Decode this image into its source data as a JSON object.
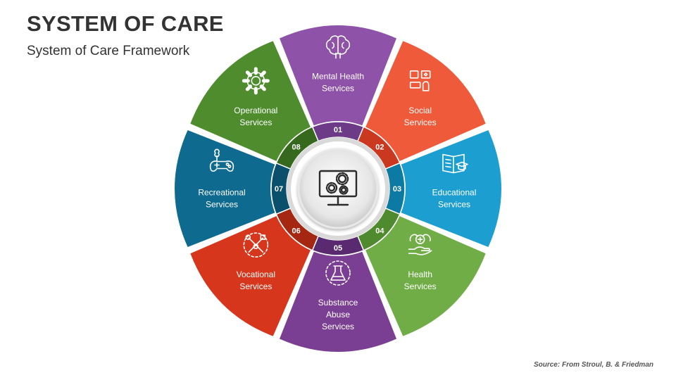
{
  "header": {
    "title": "SYSTEM OF CARE",
    "subtitle": "System of Care Framework"
  },
  "footer": {
    "source": "Source: From Stroul, B. & Friedman"
  },
  "center": {
    "icon": "monitor-gears-icon"
  },
  "segments": [
    {
      "number": "01",
      "lines": [
        "Mental Health",
        "Services"
      ],
      "icon": "brain-icon",
      "color": "#8e52a8",
      "dark_color": "#6c3a87"
    },
    {
      "number": "02",
      "lines": [
        "Social",
        "Services"
      ],
      "icon": "social-media-icon",
      "color": "#ef5a3a",
      "dark_color": "#c9381f"
    },
    {
      "number": "03",
      "lines": [
        "Educational",
        "Services"
      ],
      "icon": "book-graduation-cap-icon",
      "color": "#1c9ed0",
      "dark_color": "#0c7aa3"
    },
    {
      "number": "04",
      "lines": [
        "Health",
        "Services"
      ],
      "icon": "hand-health-icon",
      "color": "#70ad47",
      "dark_color": "#4f8a2e"
    },
    {
      "number": "05",
      "lines": [
        "Substance",
        "Abuse",
        "Services"
      ],
      "icon": "flask-icon",
      "color": "#7a3f92",
      "dark_color": "#5a2a70"
    },
    {
      "number": "06",
      "lines": [
        "Vocational",
        "Services"
      ],
      "icon": "tools-icon",
      "color": "#d6371c",
      "dark_color": "#a52611"
    },
    {
      "number": "07",
      "lines": [
        "Recreational",
        "Services"
      ],
      "icon": "game-controller-icon",
      "color": "#0e6a8f",
      "dark_color": "#0a4f6c"
    },
    {
      "number": "08",
      "lines": [
        "Operational",
        "Services"
      ],
      "icon": "gear-icon",
      "color": "#4e8c2e",
      "dark_color": "#36691d"
    }
  ]
}
